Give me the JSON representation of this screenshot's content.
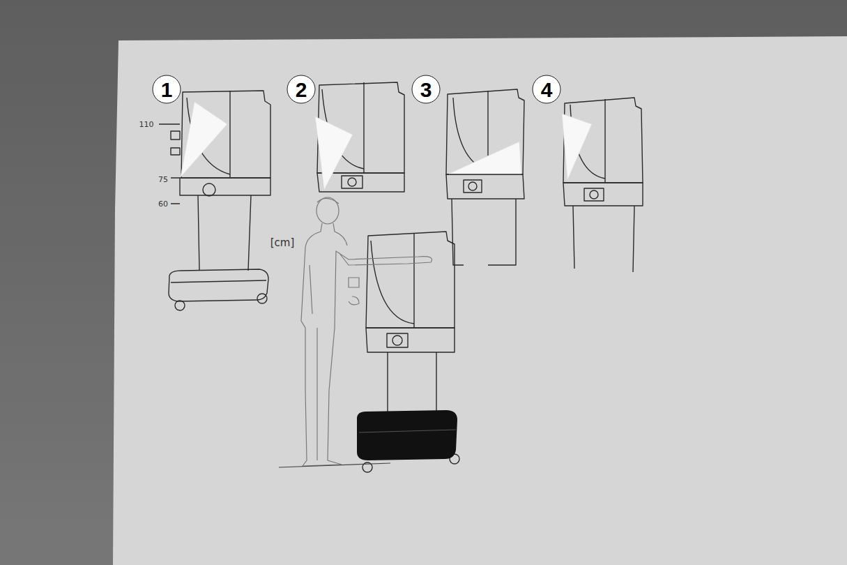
{
  "diagram": {
    "labels": [
      "1",
      "2",
      "3",
      "4",
      "110",
      "75",
      "60",
      "[cm]"
    ]
  }
}
